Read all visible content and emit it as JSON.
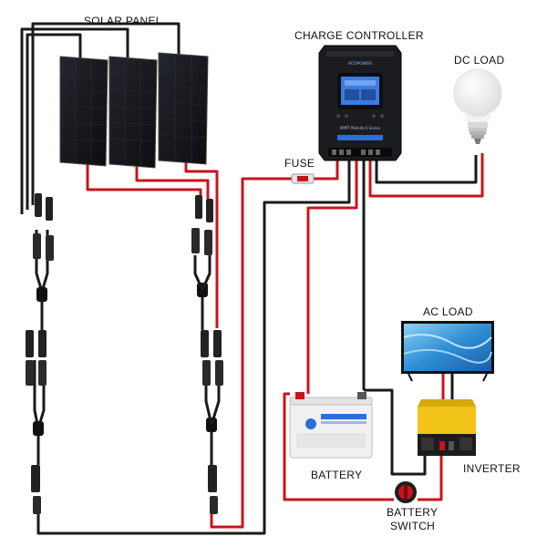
{
  "labels": {
    "solar_panel": "SOLAR PANEL",
    "charge_controller": "CHARGE CONTROLLER",
    "dc_load": "DC LOAD",
    "fuse": "FUSE",
    "ac_load": "AC LOAD",
    "battery": "BATTERY",
    "inverter": "INVERTER",
    "battery_switch_line1": "BATTERY",
    "battery_switch_line2": "SWITCH"
  },
  "colors": {
    "positive_wire": "#c8141c",
    "negative_wire": "#1a1a1a",
    "panel": "#15171c",
    "controller_body": "#1b1c20",
    "controller_screen": "#3d7be0",
    "inverter_body": "#f2c417",
    "battery_case": "#f1f1f1"
  },
  "icons": {
    "controller": "charge-controller-icon",
    "bulb": "light-bulb-icon",
    "tv": "television-icon",
    "battery": "battery-icon",
    "inverter": "inverter-icon",
    "switch": "battery-switch-icon",
    "fuse": "fuse-icon"
  }
}
